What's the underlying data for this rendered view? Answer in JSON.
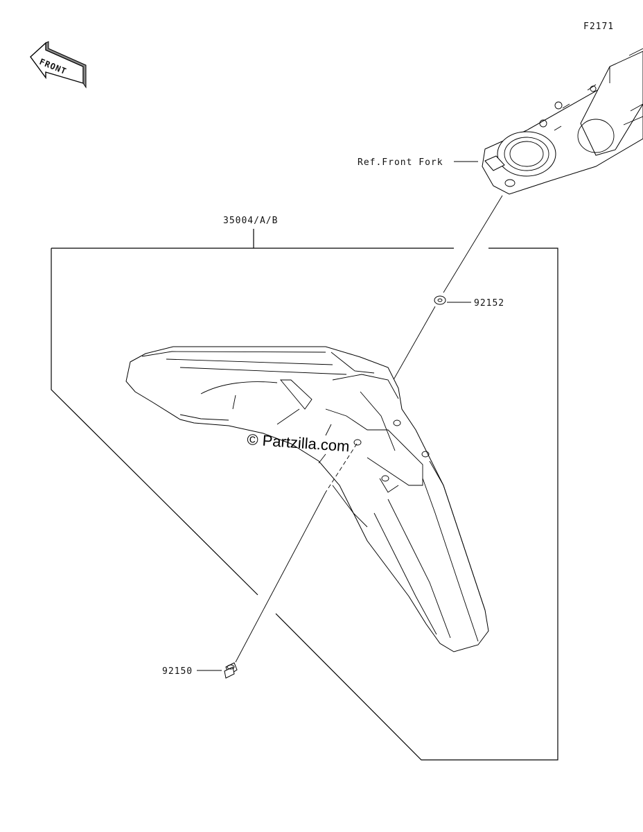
{
  "figure_code": "F2171",
  "front_arrow": {
    "text": "FRONT",
    "icon": "front-arrow-icon"
  },
  "labels": {
    "front_fork_ref": "Ref.Front Fork",
    "assembly": "35004/A/B",
    "washer": "92152",
    "bolt": "92150"
  },
  "watermark": "© Partzilla.com"
}
